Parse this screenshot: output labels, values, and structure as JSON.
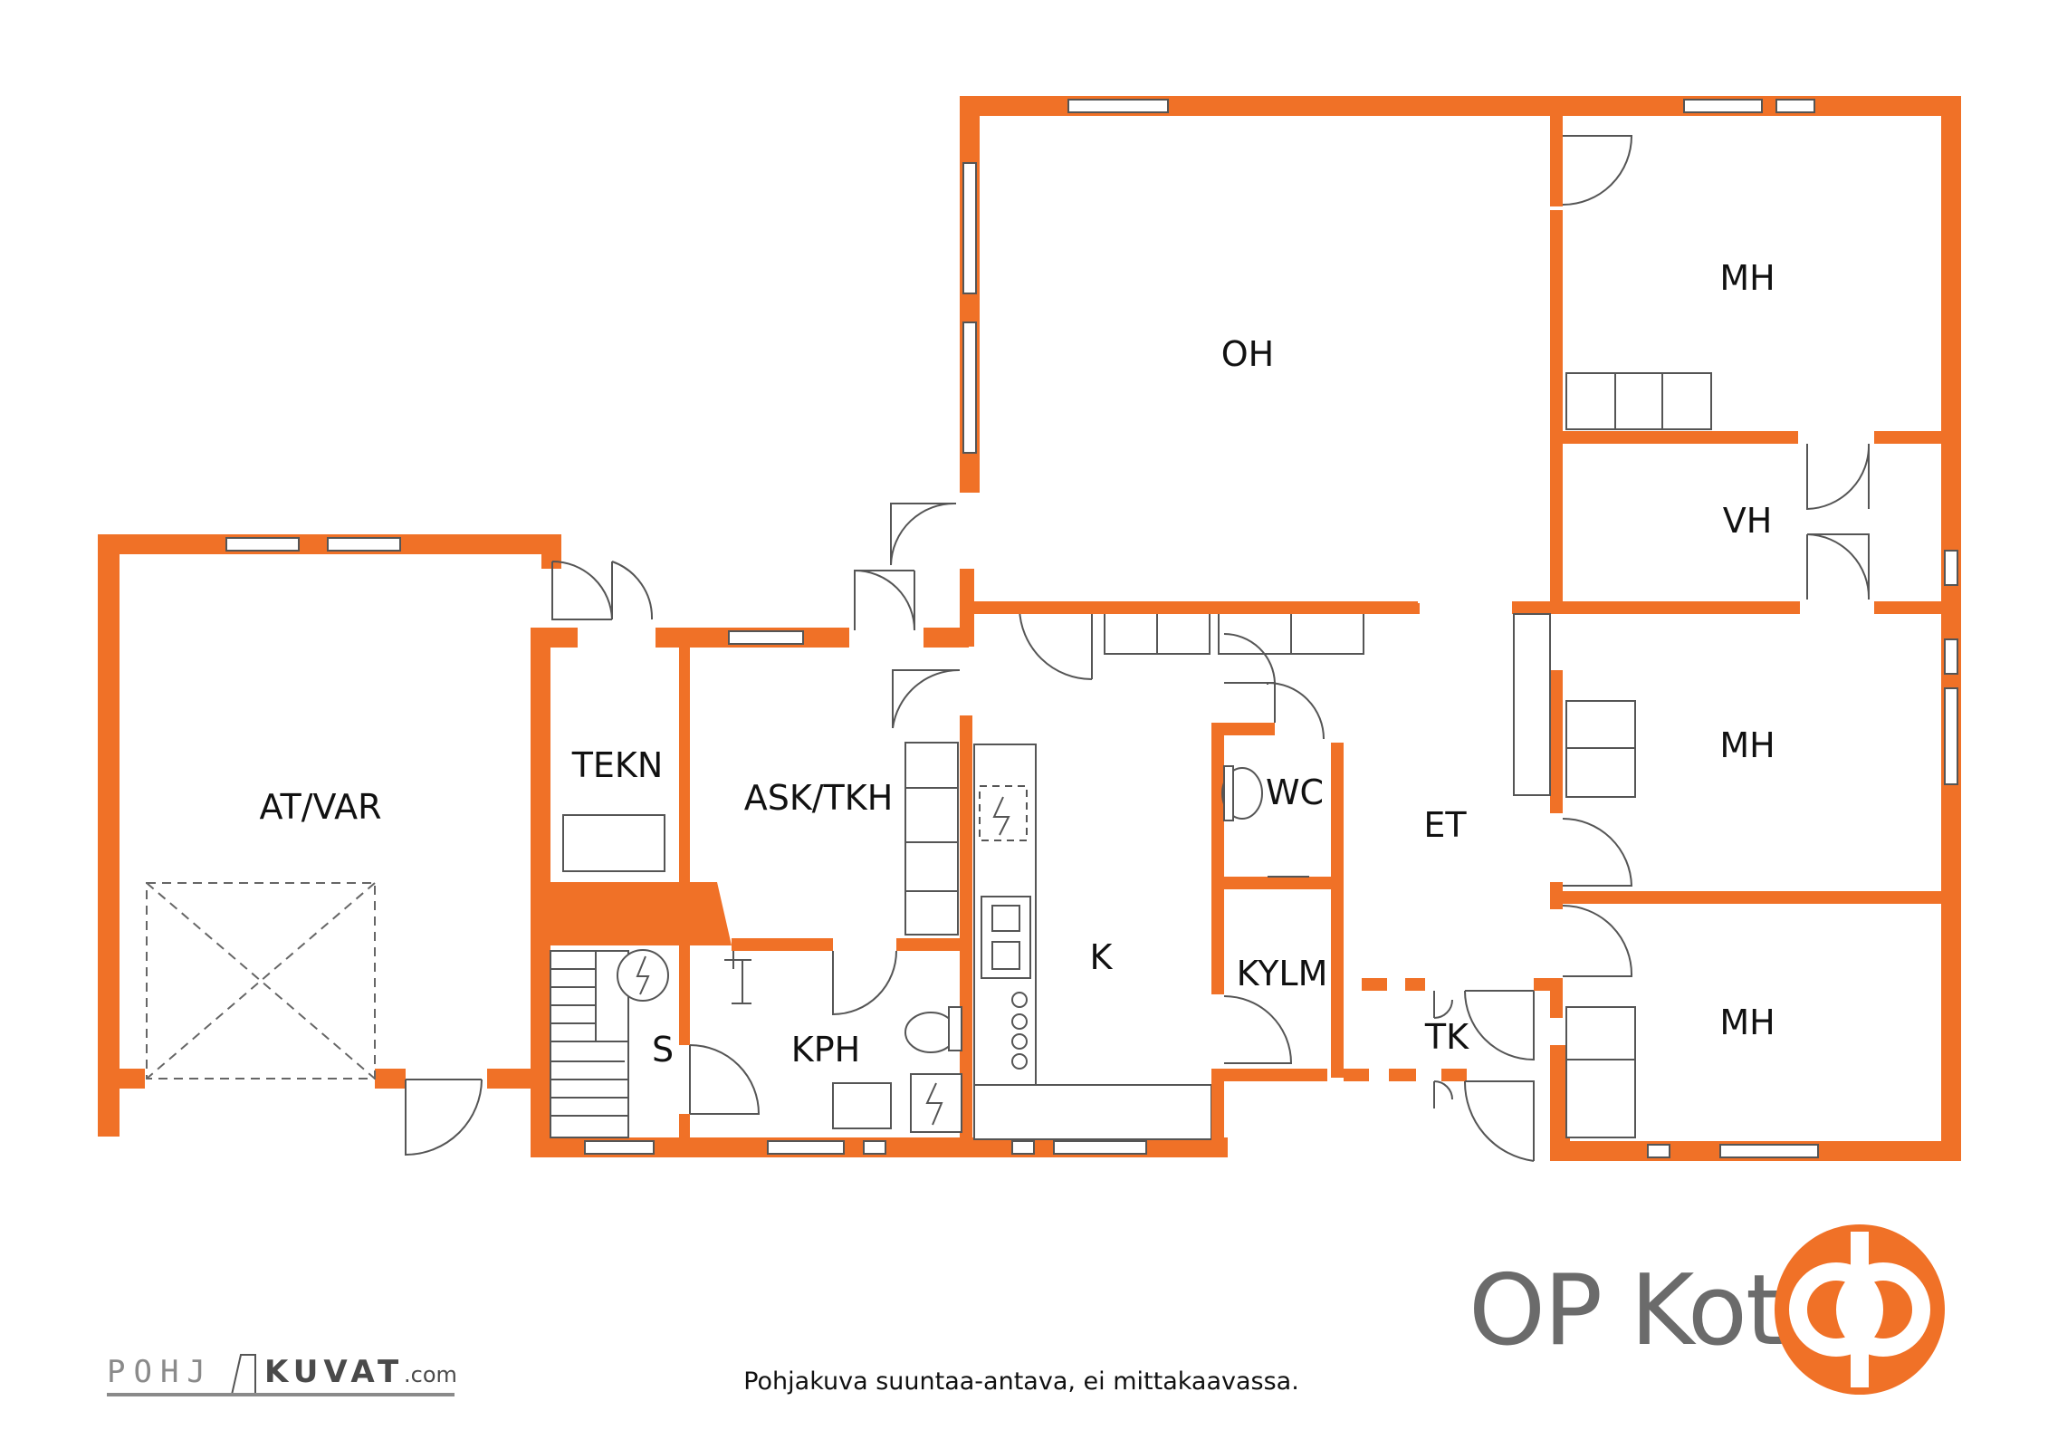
{
  "rooms": {
    "oh": "OH",
    "mh1": "MH",
    "vh": "VH",
    "mh2": "MH",
    "mh3": "MH",
    "et": "ET",
    "tk": "TK",
    "wc": "WC",
    "kylm": "KYLM",
    "k": "K",
    "ask_tkh": "ASK/TKH",
    "tekn": "TEKN",
    "kph": "KPH",
    "s": "S",
    "at_var": "AT/VAR"
  },
  "brand": {
    "name": "OP Koti",
    "color": "#f07127"
  },
  "credit": {
    "left": "POHJ",
    "right": "KUVAT",
    "suffix": ".com"
  },
  "note": "Pohjakuva suuntaa-antava, ei mittakaavassa.",
  "colors": {
    "wall": "#f07127",
    "line": "#555555",
    "text": "#111111"
  }
}
